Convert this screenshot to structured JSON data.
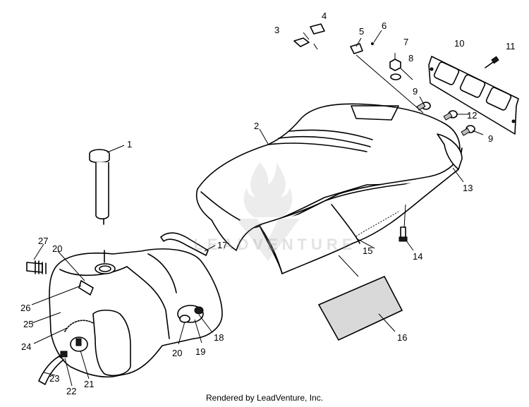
{
  "callouts": [
    {
      "id": "c1",
      "label": "1"
    },
    {
      "id": "c2",
      "label": "2"
    },
    {
      "id": "c3",
      "label": "3"
    },
    {
      "id": "c4",
      "label": "4"
    },
    {
      "id": "c5",
      "label": "5"
    },
    {
      "id": "c6",
      "label": "6"
    },
    {
      "id": "c7",
      "label": "7"
    },
    {
      "id": "c8",
      "label": "8"
    },
    {
      "id": "c9a",
      "label": "9"
    },
    {
      "id": "c9b",
      "label": "9"
    },
    {
      "id": "c10",
      "label": "10"
    },
    {
      "id": "c11",
      "label": "11"
    },
    {
      "id": "c12",
      "label": "12"
    },
    {
      "id": "c13",
      "label": "13"
    },
    {
      "id": "c14",
      "label": "14"
    },
    {
      "id": "c15",
      "label": "15"
    },
    {
      "id": "c16",
      "label": "16"
    },
    {
      "id": "c17",
      "label": "17"
    },
    {
      "id": "c18",
      "label": "18"
    },
    {
      "id": "c19",
      "label": "19"
    },
    {
      "id": "c20a",
      "label": "20"
    },
    {
      "id": "c20b",
      "label": "20"
    },
    {
      "id": "c21",
      "label": "21"
    },
    {
      "id": "c22",
      "label": "22"
    },
    {
      "id": "c23",
      "label": "23"
    },
    {
      "id": "c24",
      "label": "24"
    },
    {
      "id": "c25",
      "label": "25"
    },
    {
      "id": "c26",
      "label": "26"
    },
    {
      "id": "c27",
      "label": "27"
    }
  ],
  "watermark": "LEADVENTURE",
  "credit": "Rendered by LeadVenture, Inc.",
  "colors": {
    "ink": "#000000",
    "background": "#ffffff",
    "watermark": "#969696"
  }
}
